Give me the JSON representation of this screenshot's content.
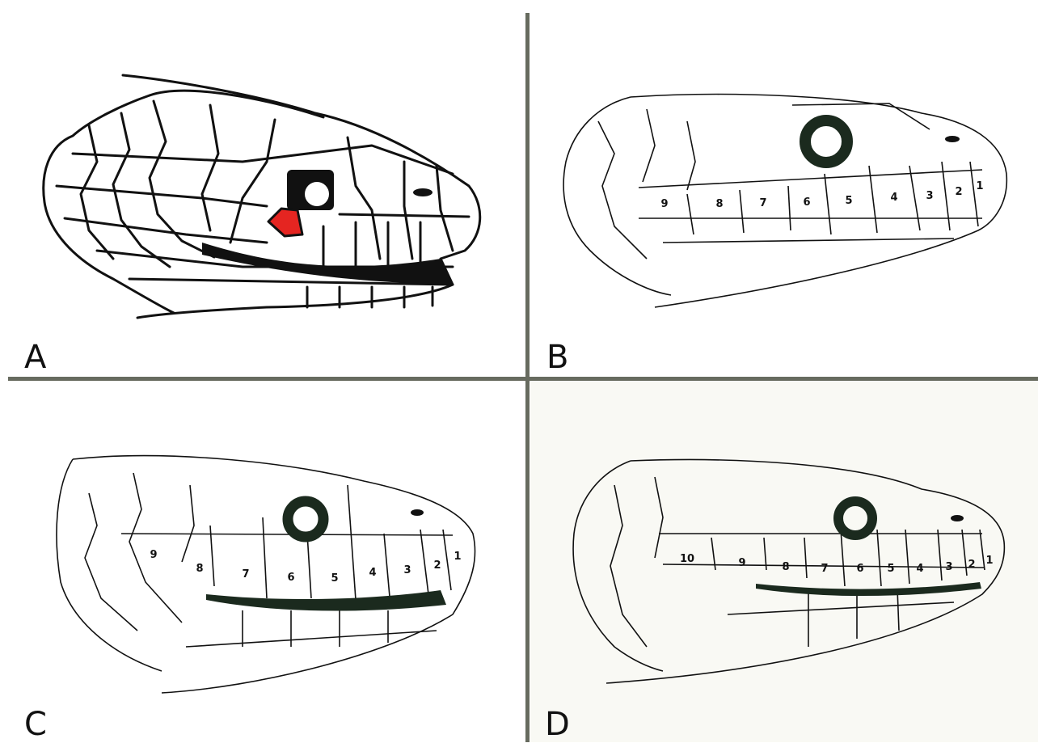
{
  "panels": [
    {
      "letter": "A",
      "labels": []
    },
    {
      "letter": "B",
      "labels": [
        "9",
        "8",
        "7",
        "6",
        "5",
        "4",
        "3",
        "2",
        "1"
      ]
    },
    {
      "letter": "C",
      "labels": [
        "9",
        "8",
        "7",
        "6",
        "5",
        "4",
        "3",
        "2",
        "1"
      ]
    },
    {
      "letter": "D",
      "labels": [
        "10",
        "9",
        "8",
        "7",
        "6",
        "5",
        "4",
        "3",
        "2",
        "1"
      ]
    }
  ],
  "colors": {
    "divider": "#676b5f",
    "highlight_scale": "#e52521",
    "ink": "#111111",
    "eye_ring": "#1b2a1e",
    "panel_d_bg": "#f9f9f4"
  }
}
